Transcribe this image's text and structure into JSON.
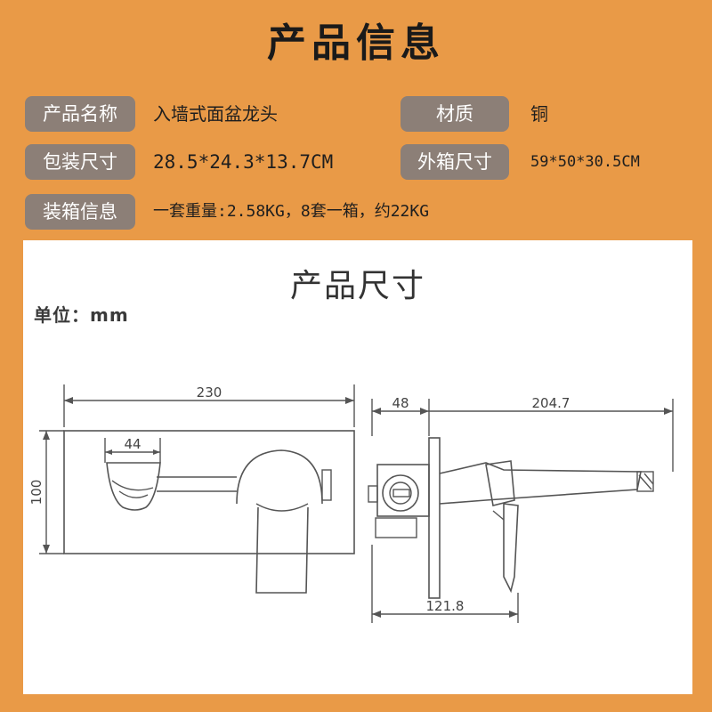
{
  "header": {
    "title": "产品信息"
  },
  "info": {
    "name_label": "产品名称",
    "name_value": "入墙式面盆龙头",
    "material_label": "材质",
    "material_value": "铜",
    "package_label": "包装尺寸",
    "package_value": "28.5*24.3*13.7CM",
    "carton_label": "外箱尺寸",
    "carton_value": "59*50*30.5CM",
    "packing_label": "装箱信息",
    "packing_value": "一套重量:2.58KG，8套一箱，约22KG"
  },
  "dimensions": {
    "title": "产品尺寸",
    "unit": "单位：mm",
    "front": {
      "width": "230",
      "height": "100",
      "spout": "44"
    },
    "side": {
      "depth": "48",
      "reach": "204.7",
      "bottom": "121.8"
    }
  },
  "colors": {
    "background": "#e99a47",
    "label_bg": "#8c7f77",
    "panel": "#ffffff"
  }
}
